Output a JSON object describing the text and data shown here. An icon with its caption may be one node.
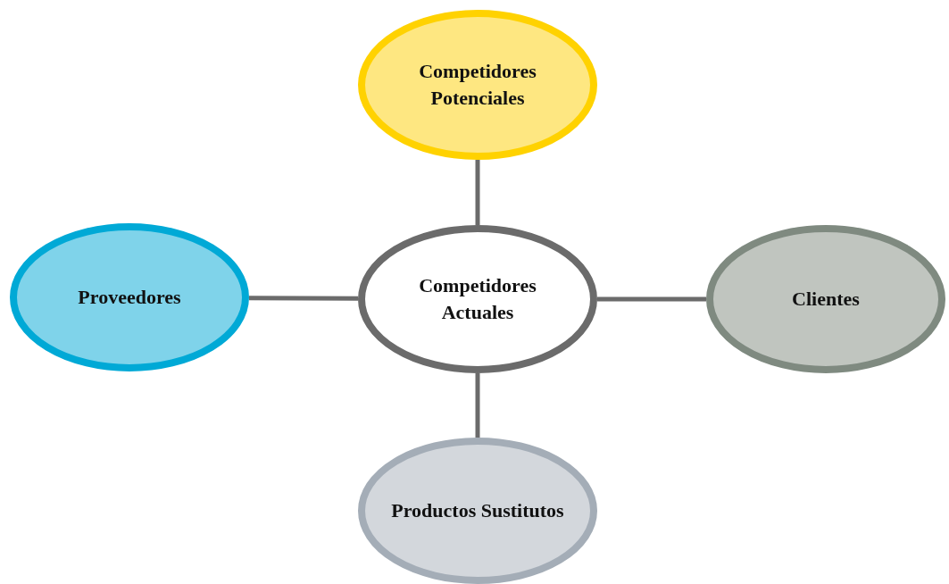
{
  "diagram": {
    "nodes": [
      {
        "text": [
          "Competidores Potenciales"
        ]
      },
      {
        "text": [
          "Proveedores"
        ]
      },
      {
        "text": [
          "Competidores Actuales"
        ]
      },
      {
        "text": [
          "Clientes"
        ]
      },
      {
        "text": [
          "Productos Sustitutos"
        ]
      }
    ],
    "edges": [
      {
        "from": 2,
        "to": 0,
        "arrow": "none"
      },
      {
        "from": 2,
        "to": 1,
        "arrow": "none"
      },
      {
        "from": 2,
        "to": 3,
        "arrow": "none"
      },
      {
        "from": 2,
        "to": 4,
        "arrow": "none"
      }
    ]
  }
}
